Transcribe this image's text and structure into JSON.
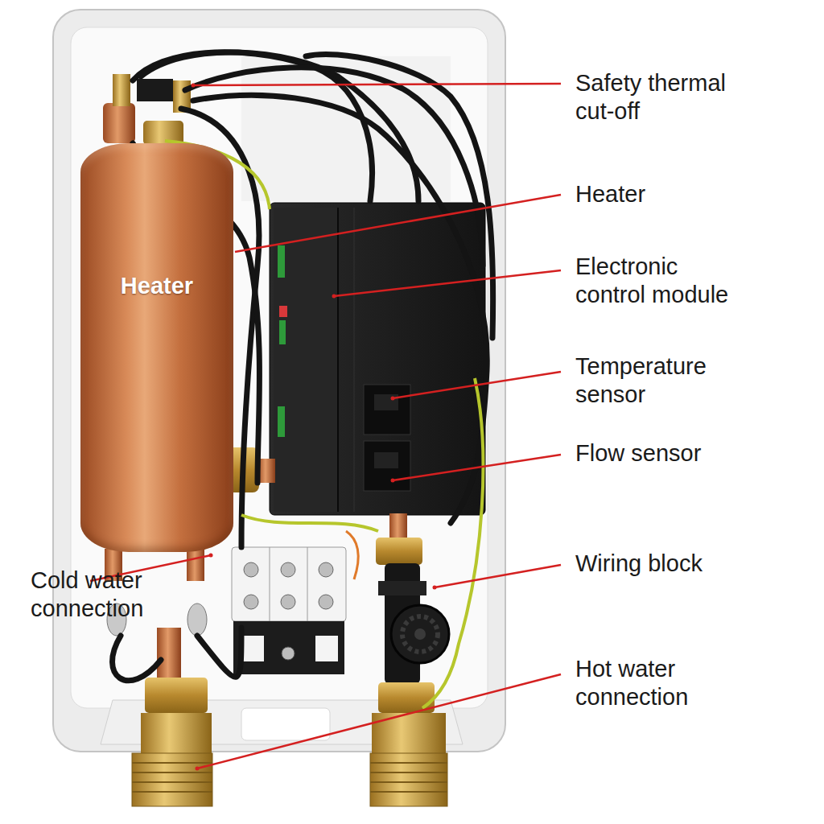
{
  "diagram": {
    "nodes": [
      {
        "text": [
          "Heater"
        ]
      }
    ],
    "labels": [
      "Safety thermal cut-off",
      "Heater",
      "Electronic control module",
      "Temperature sensor",
      "Flow sensor",
      "Wiring block",
      "Cold water connection",
      "Hot water connection"
    ]
  }
}
